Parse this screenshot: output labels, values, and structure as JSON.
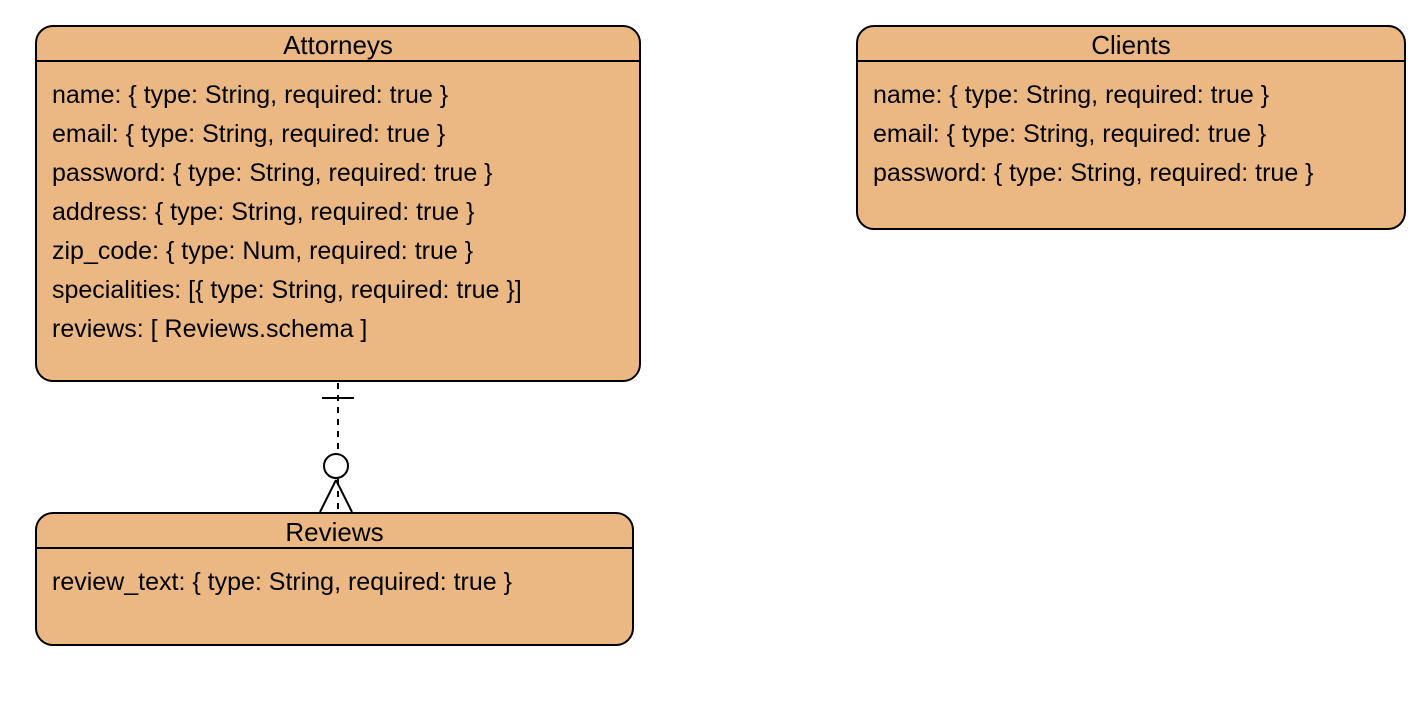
{
  "entities": {
    "attorneys": {
      "title": "Attorneys",
      "fields": [
        "name: { type: String, required: true }",
        "email: { type: String, required: true }",
        "password: { type: String, required: true }",
        "address: { type: String, required: true }",
        "zip_code: { type: Num, required: true }",
        "specialities: [{ type: String, required: true }]",
        "reviews: [ Reviews.schema ]"
      ]
    },
    "clients": {
      "title": "Clients",
      "fields": [
        "name: { type: String, required: true }",
        "email: { type: String, required: true }",
        "password: { type: String, required: true }"
      ]
    },
    "reviews": {
      "title": "Reviews",
      "fields": [
        "review_text: { type: String, required: true }"
      ]
    }
  },
  "relationships": [
    {
      "from": "Attorneys",
      "to": "Reviews",
      "from_cardinality": "one",
      "to_cardinality": "zero-or-many",
      "line_style": "dashed"
    }
  ],
  "colors": {
    "entity_fill": "#ebb884",
    "stroke": "#000000",
    "background": "#ffffff"
  }
}
